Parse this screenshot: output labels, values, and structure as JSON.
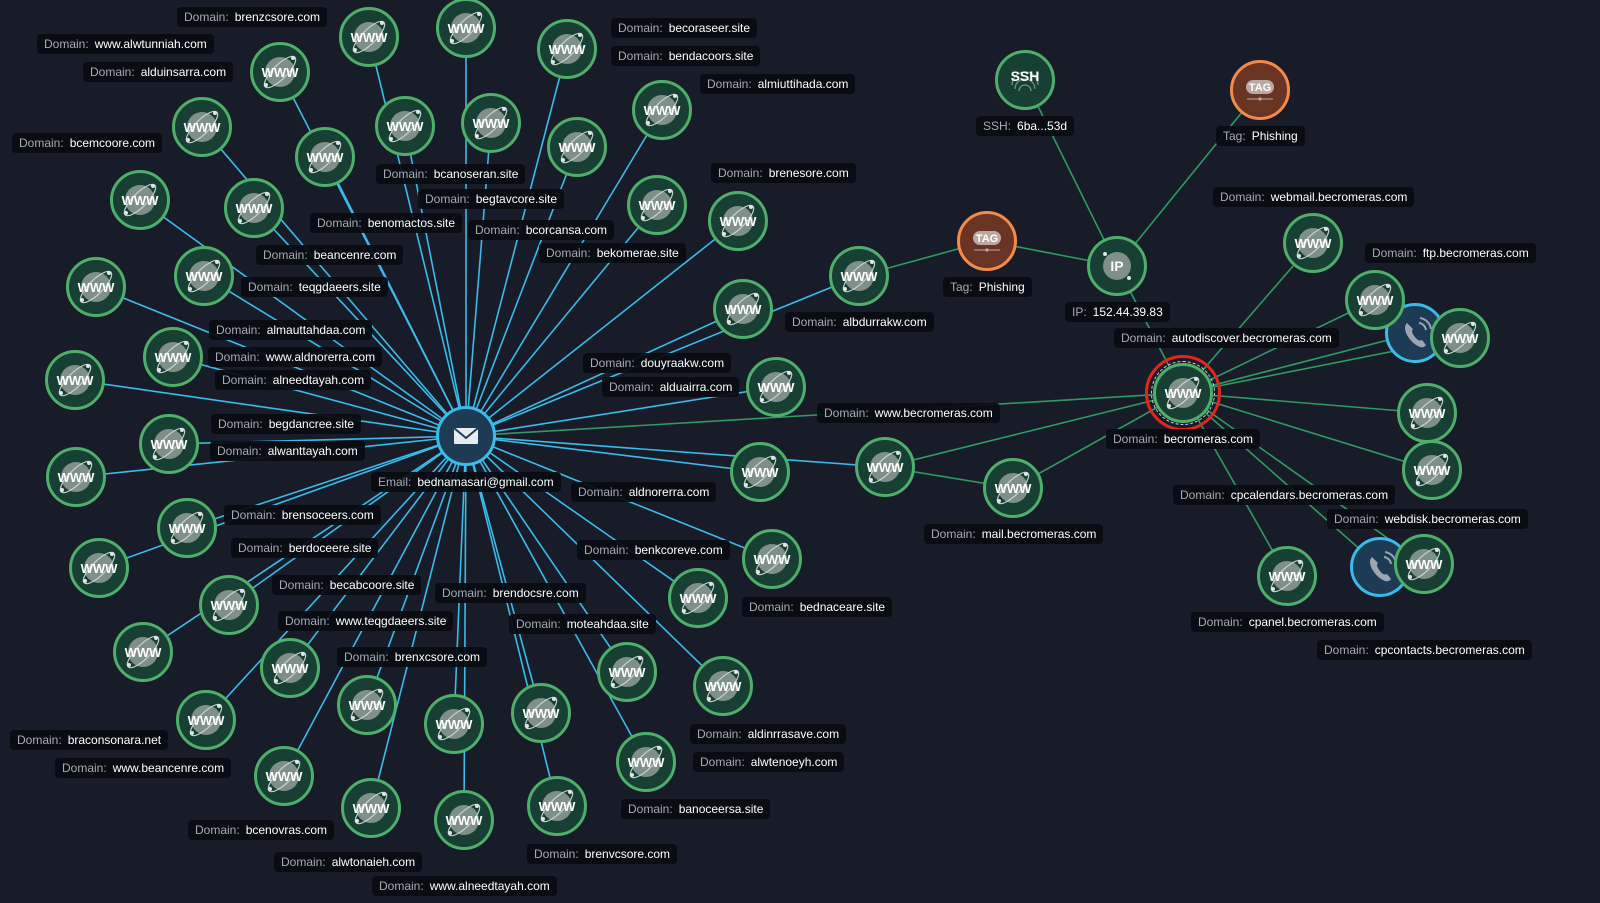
{
  "colors": {
    "background": "#181c29",
    "email_edge": "#3bbbe9",
    "entity_edge": "#2f9a63",
    "domain_border": "#4fae6a",
    "tag_border": "#f28a4a",
    "selected_ring": "#e3261b"
  },
  "graph": {
    "selected": "becromeras.com",
    "nodes": [
      {
        "type": "email",
        "prefix": "Email:",
        "value": "bednamasari@gmail.com",
        "icon": "envelope-icon"
      },
      {
        "type": "domain",
        "prefix": "Domain:",
        "value": "brenzcsore.com"
      },
      {
        "type": "domain",
        "prefix": "Domain:",
        "value": "becoraseer.site"
      },
      {
        "type": "domain",
        "prefix": "Domain:",
        "value": "almiuttihada.com"
      },
      {
        "type": "domain",
        "prefix": "Domain:",
        "value": "alduinsarra.com"
      },
      {
        "type": "domain",
        "prefix": "Domain:",
        "value": "bendacoors.site"
      },
      {
        "type": "domain",
        "prefix": "Domain:",
        "value": "bcanoseran.site"
      },
      {
        "type": "domain",
        "prefix": "Domain:",
        "value": "begtavcore.site"
      },
      {
        "type": "domain",
        "prefix": "Domain:",
        "value": "www.alwtunniah.com"
      },
      {
        "type": "domain",
        "prefix": "Domain:",
        "value": "bcorcansa.com"
      },
      {
        "type": "domain",
        "prefix": "Domain:",
        "value": "benomactos.site"
      },
      {
        "type": "domain",
        "prefix": "Domain:",
        "value": "bcemcoore.com"
      },
      {
        "type": "domain",
        "prefix": "Domain:",
        "value": "beancenre.com"
      },
      {
        "type": "domain",
        "prefix": "Domain:",
        "value": "bekomerae.site"
      },
      {
        "type": "domain",
        "prefix": "Domain:",
        "value": "brenesore.com"
      },
      {
        "type": "domain",
        "prefix": "Domain:",
        "value": "teqgdaeers.site"
      },
      {
        "type": "domain",
        "prefix": "Domain:",
        "value": "almauttahdaa.com"
      },
      {
        "type": "domain",
        "prefix": "Domain:",
        "value": "douyraakw.com"
      },
      {
        "type": "domain",
        "prefix": "Domain:",
        "value": "www.aldnorerra.com"
      },
      {
        "type": "domain",
        "prefix": "Domain:",
        "value": "alneedtayah.com"
      },
      {
        "type": "domain",
        "prefix": "Domain:",
        "value": "alduairra.com"
      },
      {
        "type": "domain",
        "prefix": "Domain:",
        "value": "begdancree.site"
      },
      {
        "type": "domain",
        "prefix": "Domain:",
        "value": "brensoceers.com"
      },
      {
        "type": "domain",
        "prefix": "Domain:",
        "value": "aldnorerra.com"
      },
      {
        "type": "domain",
        "prefix": "Domain:",
        "value": "berdoceere.site"
      },
      {
        "type": "domain",
        "prefix": "Domain:",
        "value": "alwanttayah.com"
      },
      {
        "type": "domain",
        "prefix": "Domain:",
        "value": "becabcoore.site"
      },
      {
        "type": "domain",
        "prefix": "Domain:",
        "value": "bednaceare.site"
      },
      {
        "type": "domain",
        "prefix": "Domain:",
        "value": "benkcoreve.com"
      },
      {
        "type": "domain",
        "prefix": "Domain:",
        "value": "www.beancenre.com"
      },
      {
        "type": "domain",
        "prefix": "Domain:",
        "value": "www.teqgdaeers.site"
      },
      {
        "type": "domain",
        "prefix": "Domain:",
        "value": "moteahdaa.site"
      },
      {
        "type": "domain",
        "prefix": "Domain:",
        "value": "aldinrrasave.com"
      },
      {
        "type": "domain",
        "prefix": "Domain:",
        "value": "brenxcsore.com"
      },
      {
        "type": "domain",
        "prefix": "Domain:",
        "value": "brendocsre.com"
      },
      {
        "type": "domain",
        "prefix": "Domain:",
        "value": "banoceersa.site"
      },
      {
        "type": "domain",
        "prefix": "Domain:",
        "value": "braconsonara.net"
      },
      {
        "type": "domain",
        "prefix": "Domain:",
        "value": "alwtenoeyh.com"
      },
      {
        "type": "domain",
        "prefix": "Domain:",
        "value": "bcenovras.com"
      },
      {
        "type": "domain",
        "prefix": "Domain:",
        "value": "alwtonaieh.com"
      },
      {
        "type": "domain",
        "prefix": "Domain:",
        "value": "www.alneedtayah.com"
      },
      {
        "type": "domain",
        "prefix": "Domain:",
        "value": "brenvcsore.com"
      },
      {
        "type": "domain",
        "prefix": "Domain:",
        "value": "albdurrakw.com"
      },
      {
        "type": "domain",
        "prefix": "Domain:",
        "value": "www.becromeras.com"
      },
      {
        "type": "domain",
        "prefix": "Domain:",
        "value": "becromeras.com"
      },
      {
        "type": "domain",
        "prefix": "Domain:",
        "value": "mail.becromeras.com"
      },
      {
        "type": "tag",
        "prefix": "Tag:",
        "value": "Phishing",
        "icon_text": "TAG"
      },
      {
        "type": "ip",
        "prefix": "IP:",
        "value": "152.44.39.83",
        "icon_text": "IP"
      },
      {
        "type": "ssh",
        "prefix": "SSH:",
        "value": "6ba...53d",
        "icon_text": "SSH"
      },
      {
        "type": "tag",
        "prefix": "Tag:",
        "value": "Phishing",
        "icon_text": "TAG"
      },
      {
        "type": "domain",
        "prefix": "Domain:",
        "value": "webmail.becromeras.com"
      },
      {
        "type": "domain",
        "prefix": "Domain:",
        "value": "ftp.becromeras.com"
      },
      {
        "type": "phone",
        "icon": "phone-icon"
      },
      {
        "type": "domain",
        "prefix": "Domain:",
        "value": "autodiscover.becromeras.com"
      },
      {
        "type": "domain",
        "prefix": "Domain:",
        "value": "webdisk.becromeras.com"
      },
      {
        "type": "domain",
        "prefix": "Domain:",
        "value": "cpcalendars.becromeras.com"
      },
      {
        "type": "domain",
        "prefix": "Domain:",
        "value": "cpanel.becromeras.com"
      },
      {
        "type": "phone",
        "icon": "phone-icon"
      },
      {
        "type": "domain",
        "prefix": "Domain:",
        "value": "cpcontacts.becromeras.com"
      }
    ],
    "domain_icon_text": "WWW",
    "email_edges": [
      [
        0,
        1
      ],
      [
        0,
        2
      ],
      [
        0,
        3
      ],
      [
        0,
        4
      ],
      [
        0,
        5
      ],
      [
        0,
        6
      ],
      [
        0,
        7
      ],
      [
        0,
        8
      ],
      [
        0,
        9
      ],
      [
        0,
        10
      ],
      [
        0,
        11
      ],
      [
        0,
        12
      ],
      [
        0,
        13
      ],
      [
        0,
        14
      ],
      [
        0,
        15
      ],
      [
        0,
        16
      ],
      [
        0,
        17
      ],
      [
        0,
        18
      ],
      [
        0,
        19
      ],
      [
        0,
        20
      ],
      [
        0,
        21
      ],
      [
        0,
        22
      ],
      [
        0,
        23
      ],
      [
        0,
        24
      ],
      [
        0,
        25
      ],
      [
        0,
        26
      ],
      [
        0,
        27
      ],
      [
        0,
        28
      ],
      [
        0,
        29
      ],
      [
        0,
        30
      ],
      [
        0,
        31
      ],
      [
        0,
        32
      ],
      [
        0,
        33
      ],
      [
        0,
        34
      ],
      [
        0,
        35
      ],
      [
        0,
        36
      ],
      [
        0,
        37
      ],
      [
        0,
        38
      ],
      [
        0,
        39
      ],
      [
        0,
        40
      ],
      [
        0,
        41
      ],
      [
        0,
        42
      ],
      [
        0,
        43
      ]
    ],
    "entity_edges": [
      [
        0,
        44
      ],
      [
        42,
        46
      ],
      [
        46,
        47
      ],
      [
        47,
        48
      ],
      [
        47,
        49
      ],
      [
        47,
        44
      ],
      [
        44,
        43
      ],
      [
        44,
        45
      ],
      [
        43,
        45
      ],
      [
        44,
        50
      ],
      [
        44,
        51
      ],
      [
        44,
        52
      ],
      [
        44,
        53
      ],
      [
        44,
        54
      ],
      [
        44,
        55
      ],
      [
        44,
        56
      ],
      [
        44,
        57
      ],
      [
        44,
        58
      ]
    ]
  }
}
